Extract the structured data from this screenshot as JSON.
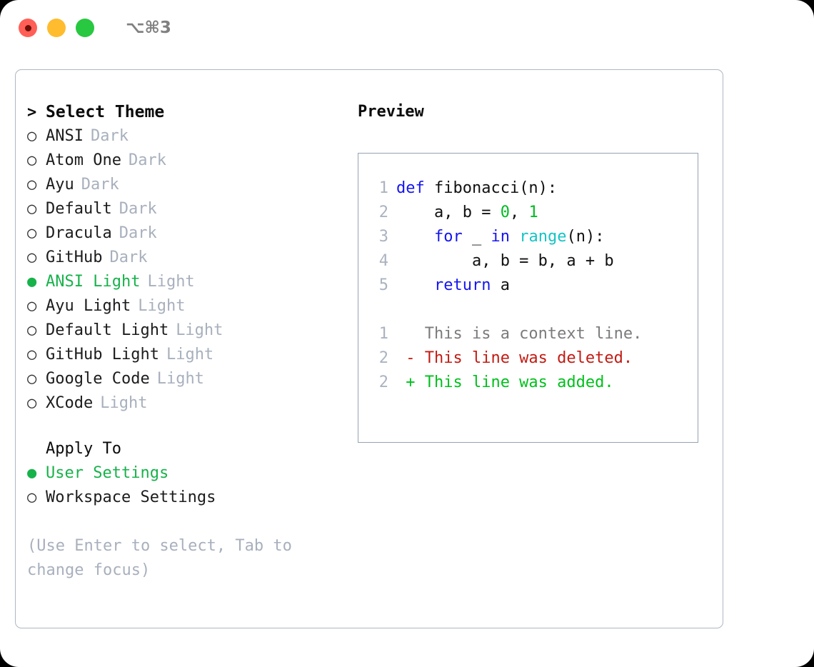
{
  "titlebar": {
    "shortcut": "⌥⌘3",
    "lights": [
      "close-red",
      "minimize-yellow",
      "zoom-green"
    ]
  },
  "left_panel": {
    "heading": {
      "marker": ">",
      "label": "Select Theme"
    },
    "themes": [
      {
        "marker": "○",
        "name": "ANSI",
        "kind": "Dark",
        "selected": false
      },
      {
        "marker": "○",
        "name": "Atom One",
        "kind": "Dark",
        "selected": false
      },
      {
        "marker": "○",
        "name": "Ayu",
        "kind": "Dark",
        "selected": false
      },
      {
        "marker": "○",
        "name": "Default",
        "kind": "Dark",
        "selected": false
      },
      {
        "marker": "○",
        "name": "Dracula",
        "kind": "Dark",
        "selected": false
      },
      {
        "marker": "○",
        "name": "GitHub",
        "kind": "Dark",
        "selected": false
      },
      {
        "marker": "●",
        "name": "ANSI Light",
        "kind": "Light",
        "selected": true
      },
      {
        "marker": "○",
        "name": "Ayu Light",
        "kind": "Light",
        "selected": false
      },
      {
        "marker": "○",
        "name": "Default Light",
        "kind": "Light",
        "selected": false
      },
      {
        "marker": "○",
        "name": "GitHub Light",
        "kind": "Light",
        "selected": false
      },
      {
        "marker": "○",
        "name": "Google Code",
        "kind": "Light",
        "selected": false
      },
      {
        "marker": "○",
        "name": "XCode",
        "kind": "Light",
        "selected": false
      }
    ],
    "apply_to": {
      "label": "Apply To",
      "options": [
        {
          "marker": "●",
          "name": "User Settings",
          "selected": true
        },
        {
          "marker": "○",
          "name": "Workspace Settings",
          "selected": false
        }
      ]
    },
    "hint": "(Use Enter to select, Tab to change focus)"
  },
  "right_panel": {
    "title": "Preview",
    "code_lines": [
      {
        "no": "1",
        "segments": [
          {
            "t": "def ",
            "c": "kw"
          },
          {
            "t": "fibonacci(n):",
            "c": "txt"
          }
        ]
      },
      {
        "no": "2",
        "segments": [
          {
            "t": "    a, b = ",
            "c": "txt"
          },
          {
            "t": "0",
            "c": "num"
          },
          {
            "t": ", ",
            "c": "txt"
          },
          {
            "t": "1",
            "c": "num"
          }
        ]
      },
      {
        "no": "3",
        "segments": [
          {
            "t": "    ",
            "c": "txt"
          },
          {
            "t": "for",
            "c": "kw"
          },
          {
            "t": " _ ",
            "c": "txt"
          },
          {
            "t": "in",
            "c": "kw"
          },
          {
            "t": " ",
            "c": "txt"
          },
          {
            "t": "range",
            "c": "fn"
          },
          {
            "t": "(n):",
            "c": "txt"
          }
        ]
      },
      {
        "no": "4",
        "segments": [
          {
            "t": "        a, b = b, a + b",
            "c": "txt"
          }
        ]
      },
      {
        "no": "5",
        "segments": [
          {
            "t": "    ",
            "c": "txt"
          },
          {
            "t": "return",
            "c": "kw"
          },
          {
            "t": " a",
            "c": "txt"
          }
        ]
      }
    ],
    "diff_lines": [
      {
        "no": "1",
        "segments": [
          {
            "t": "   This is a context line.",
            "c": "ctx"
          }
        ]
      },
      {
        "no": "2",
        "segments": [
          {
            "t": " - This line was deleted.",
            "c": "del"
          }
        ]
      },
      {
        "no": "2",
        "segments": [
          {
            "t": " + This line was added.",
            "c": "add"
          }
        ]
      }
    ]
  },
  "colors": {
    "accent_green": "#18b24b",
    "muted_gray": "#a8b0bd",
    "border": "#aeb7c2",
    "preview_border": "#97a2b2",
    "keyword_blue": "#1515ee",
    "function_cyan": "#15c4c4",
    "number_green": "#00bb22",
    "diff_deleted": "#c21b13",
    "diff_added": "#00c01c",
    "light_red": "#ff5f57",
    "light_yellow": "#febc2e",
    "light_green": "#28c840"
  }
}
